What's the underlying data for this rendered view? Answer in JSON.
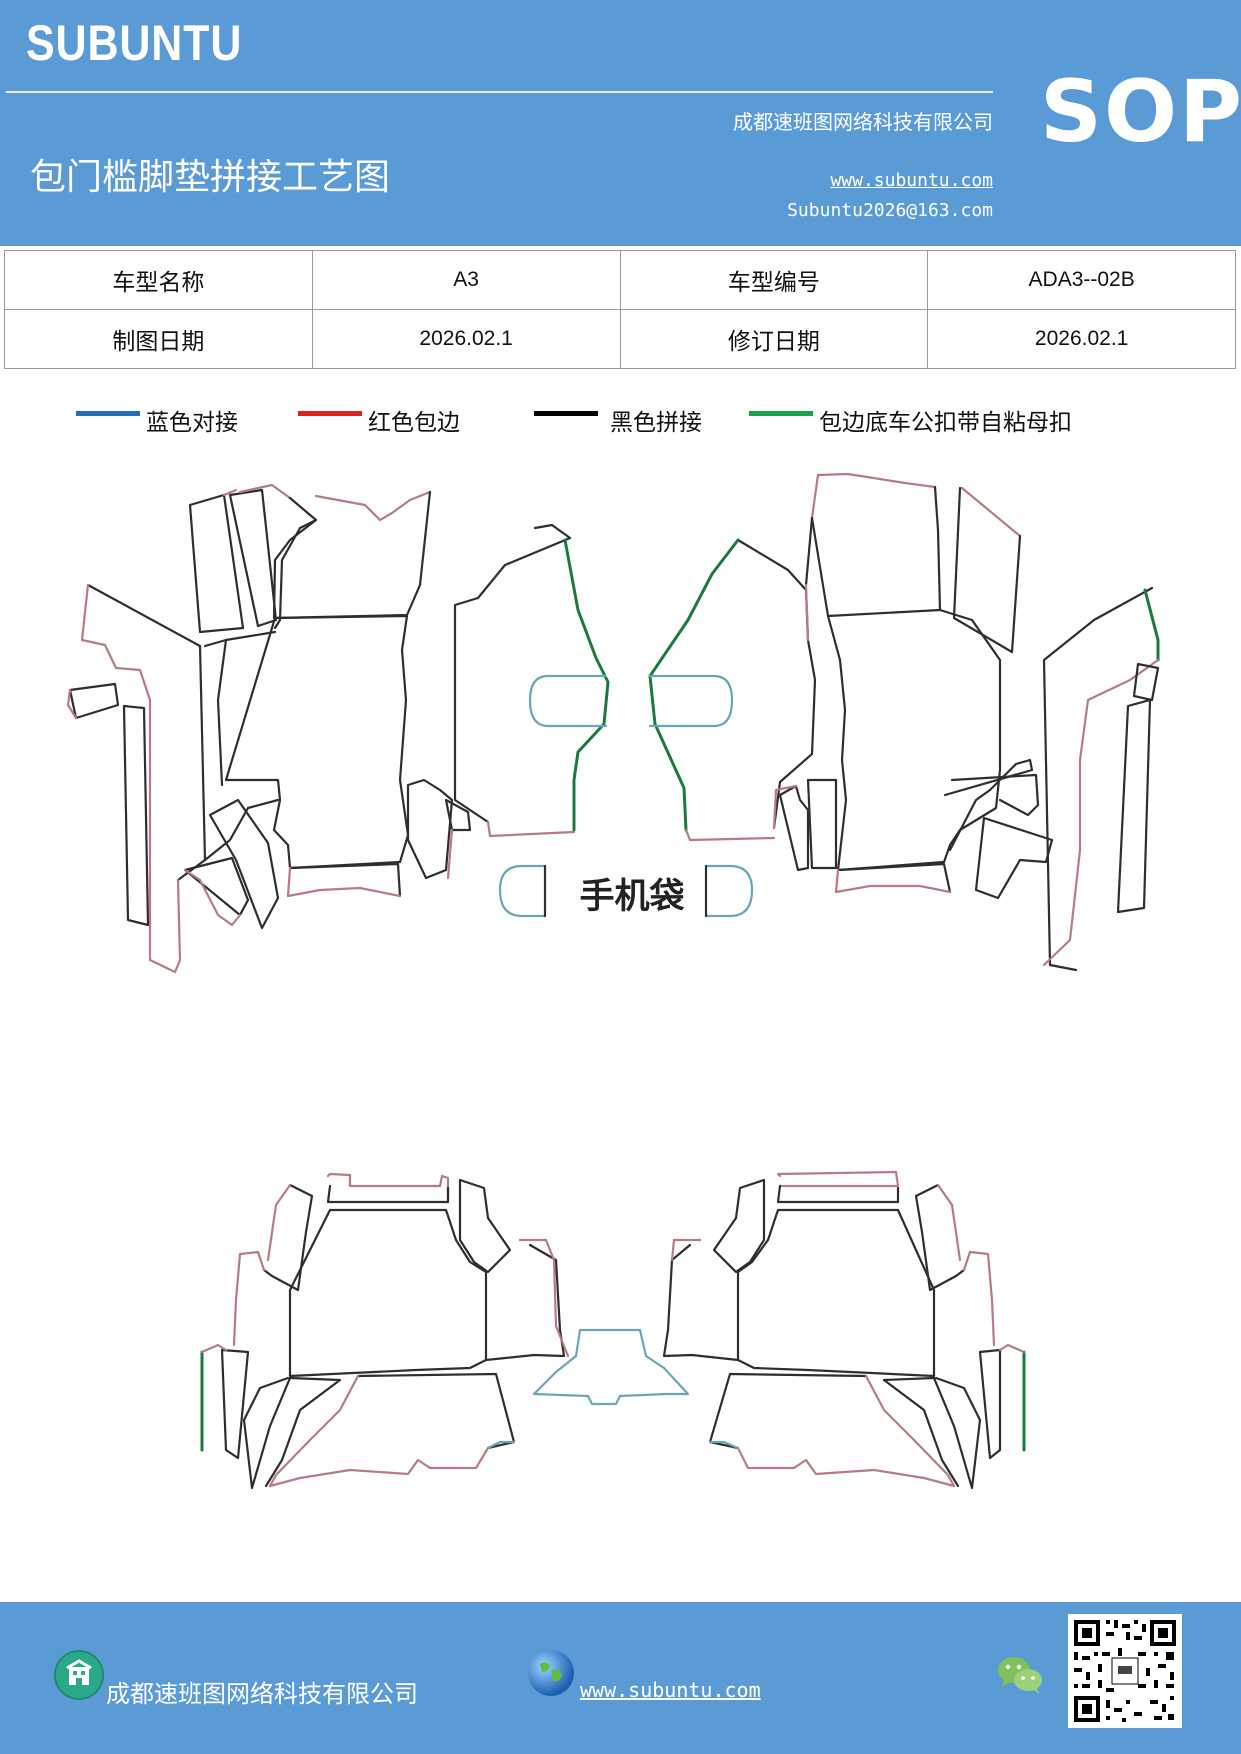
{
  "header": {
    "brand": "SUBUNTU",
    "doc_type": "SOP",
    "company": "成都速班图网络科技有限公司",
    "title": "包门槛脚垫拼接工艺图",
    "website": "www.subuntu.com",
    "email": "Subuntu2026@163.com"
  },
  "info_table": {
    "model_name_label": "车型名称",
    "model_name": "A3",
    "model_code_label": "车型编号",
    "model_code": "ADA3--02B",
    "draw_date_label": "制图日期",
    "draw_date": "2026.02.1",
    "revise_date_label": "修订日期",
    "revise_date": "2026.02.1"
  },
  "legend": [
    {
      "label": "蓝色对接",
      "color": "#1f6fb8"
    },
    {
      "label": "红色包边",
      "color": "#e11f1f"
    },
    {
      "label": "黑色拼接",
      "color": "#000000"
    },
    {
      "label": "包边底车公扣带自粘母扣",
      "color": "#12a84a"
    }
  ],
  "drawing": {
    "phone_bag_label": "手机袋",
    "stroke_colors": {
      "black": "#2e2e2e",
      "red": "#b77b82",
      "blue": "#6aa6b8",
      "green": "#1c7a3c"
    }
  },
  "footer": {
    "company": "成都速班图网络科技有限公司",
    "website": "www.subuntu.com"
  }
}
